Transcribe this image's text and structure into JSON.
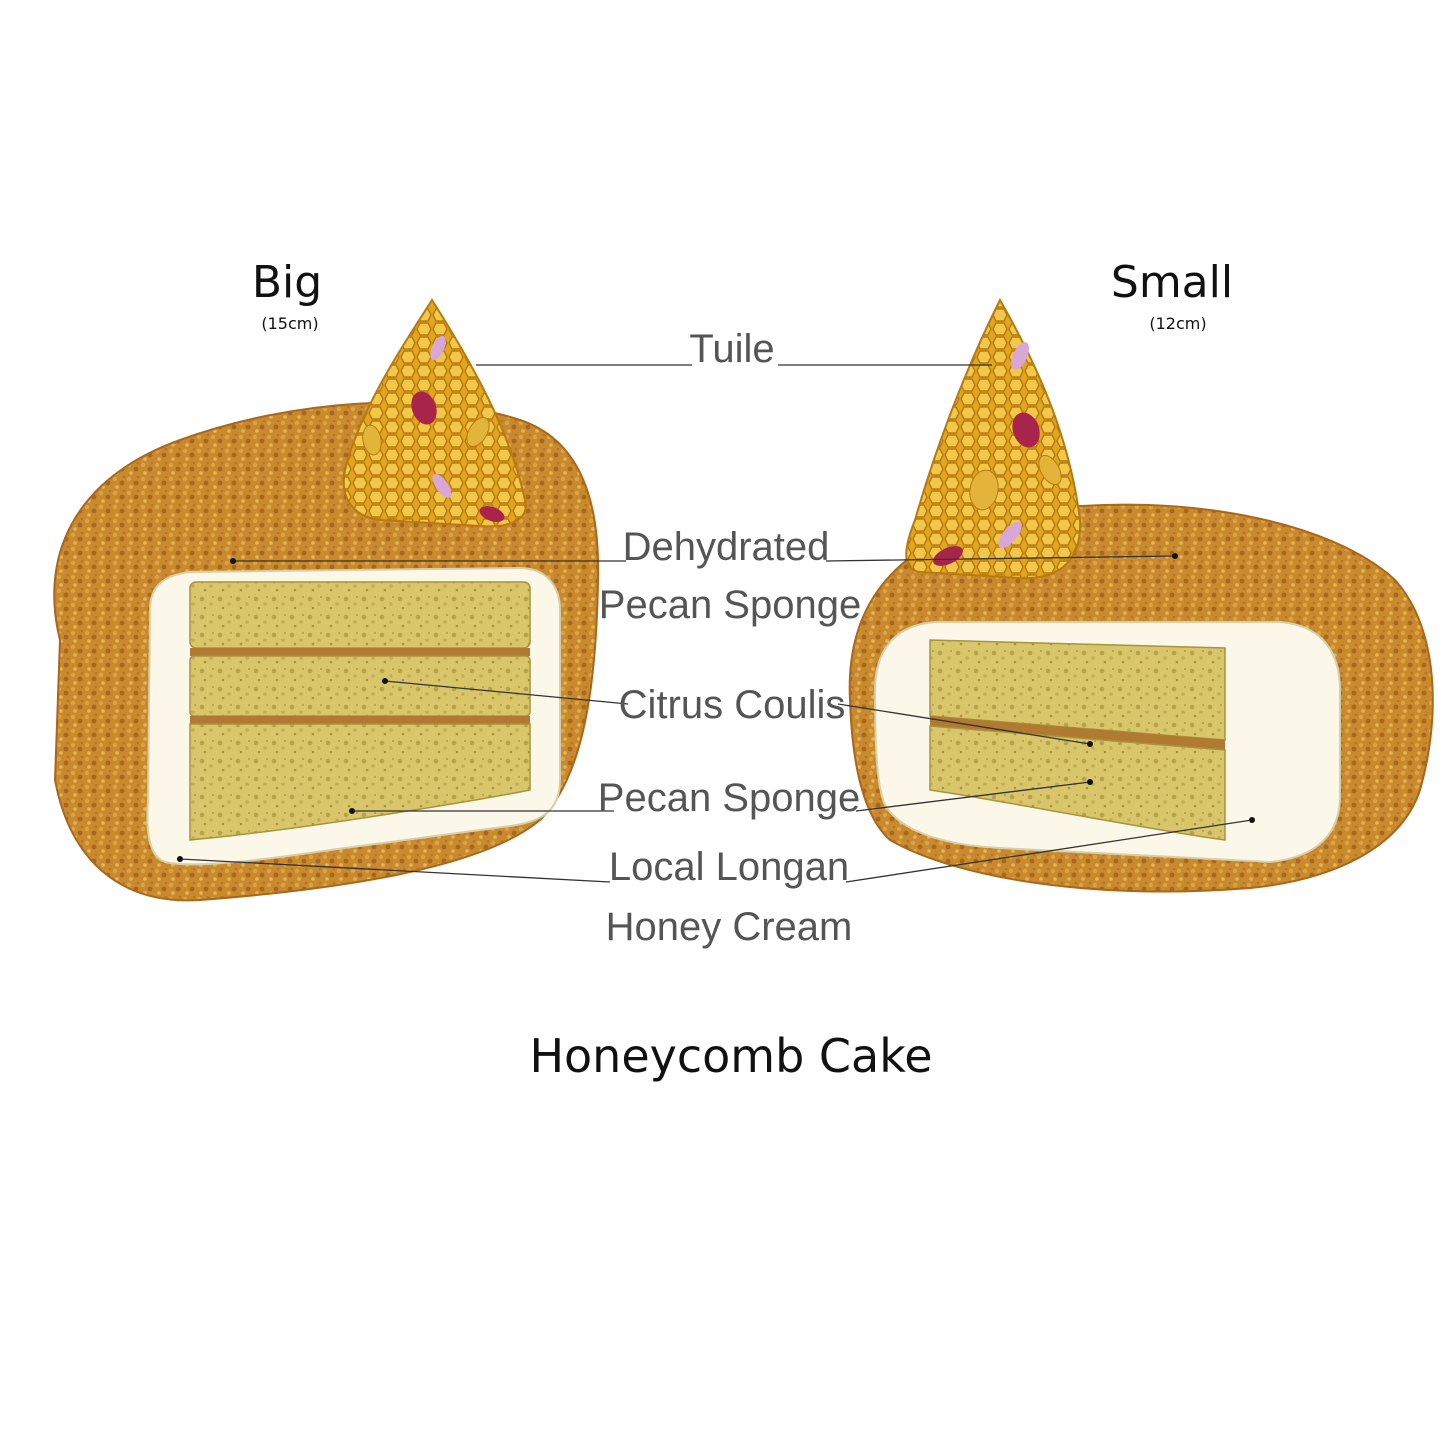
{
  "title": "Honeycomb Cake",
  "sizes": {
    "big": {
      "name": "Big",
      "dimension": "(15cm)"
    },
    "small": {
      "name": "Small",
      "dimension": "(12cm)"
    }
  },
  "labels": {
    "tuile": "Tuile",
    "dehydrated_line1": "Dehydrated",
    "dehydrated_line2": "Pecan Sponge",
    "citrus_coulis": "Citrus Coulis",
    "pecan_sponge": "Pecan Sponge",
    "honey_cream_line1": "Local Longan",
    "honey_cream_line2": "Honey Cream"
  },
  "colors": {
    "crust": "#c98a2e",
    "crust_dark": "#a8671c",
    "cream": "#fbf8ea",
    "sponge": "#d9c56a",
    "sponge_dark": "#b7a24a",
    "coulis": "#b07a30",
    "tuile": "#e0a620",
    "tuile_dark": "#b77a10",
    "petal_red": "#a8244a",
    "petal_pink": "#d9a6d8"
  }
}
